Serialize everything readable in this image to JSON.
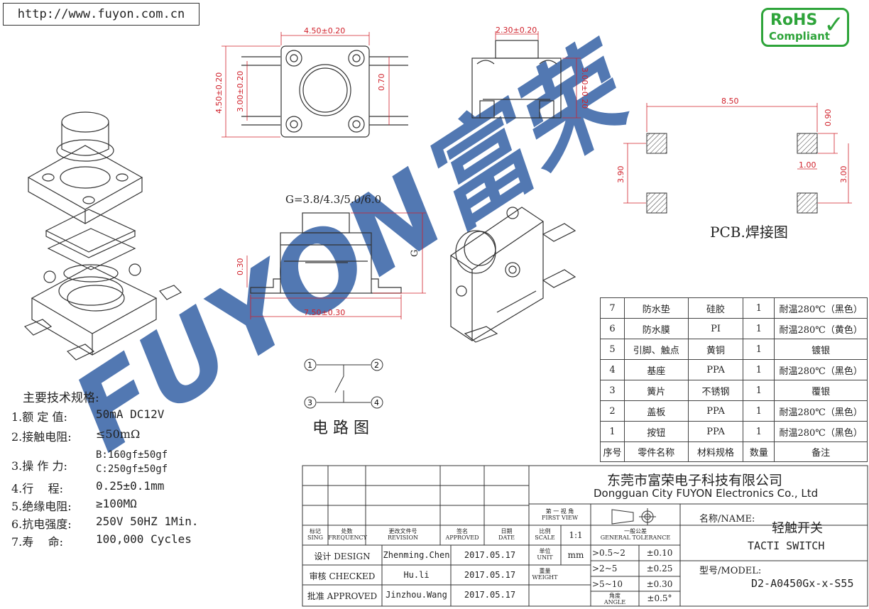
{
  "url": "http://www.fuyon.com.cn",
  "rohs": {
    "line1": "RoHS",
    "line2": "Compliant"
  },
  "watermark": "FUYON富荣",
  "dims": {
    "top_width": "4.50±0.20",
    "top_height_outer": "4.50±0.20",
    "top_height_inner": "3.00±0.20",
    "top_pin": "0.70",
    "side_width": "2.30±0.20",
    "side_height": "3.00±0.20",
    "pcb_width": "8.50",
    "pcb_pad": "0.90",
    "pcb_pad_w": "1.00",
    "pcb_height": "3.90",
    "pcb_height2": "3.00",
    "front_thk": "0.30",
    "front_width": "7.50±0.30",
    "front_g": "G"
  },
  "g_label": "G=3.8/4.3/5.0/6.0",
  "pcb_label": "PCB.焊接图",
  "circuit": {
    "title": "电 路 图",
    "pins": [
      "1",
      "2",
      "3",
      "4"
    ]
  },
  "specs": {
    "title": "主要技术规格:",
    "items": [
      {
        "label": "1.额 定 值:",
        "value": "50mA DC12V"
      },
      {
        "label": "2.接触电阻:",
        "value": "≤50mΩ"
      },
      {
        "label": "3.操 作 力:",
        "value": "B:160gf±50gf",
        "value2": "C:250gf±50gf"
      },
      {
        "label": "4.行    程:",
        "value": "0.25±0.1mm"
      },
      {
        "label": "5.绝缘电阻:",
        "value": "≥100MΩ"
      },
      {
        "label": "6.抗电强度:",
        "value": "250V 50HZ 1Min."
      },
      {
        "label": "7.寿    命:",
        "value": "100,000 Cycles"
      }
    ]
  },
  "bom": {
    "rows": [
      {
        "no": "7",
        "part": "防水垫",
        "material": "硅胶",
        "qty": "1",
        "note": "耐温280℃（黑色）"
      },
      {
        "no": "6",
        "part": "防水膜",
        "material": "PI",
        "qty": "1",
        "note": "耐温280℃（黄色）"
      },
      {
        "no": "5",
        "part": "引脚、触点",
        "material": "黄铜",
        "qty": "1",
        "note": "镀银"
      },
      {
        "no": "4",
        "part": "基座",
        "material": "PPA",
        "qty": "1",
        "note": "耐温280℃（黑色）"
      },
      {
        "no": "3",
        "part": "簧片",
        "material": "不锈钢",
        "qty": "1",
        "note": "覆银"
      },
      {
        "no": "2",
        "part": "盖板",
        "material": "PPA",
        "qty": "1",
        "note": "耐温280℃（黑色）"
      },
      {
        "no": "1",
        "part": "按钮",
        "material": "PPA",
        "qty": "1",
        "note": "耐温280℃（黑色）"
      }
    ],
    "header": {
      "no": "序号",
      "part": "零件名称",
      "material": "材料规格",
      "qty": "数量",
      "note": "备注"
    }
  },
  "title_block": {
    "company_cn": "东莞市富荣电子科技有限公司",
    "company_en": "Dongguan City FUYON Electronics Co., Ltd",
    "rev_headers": [
      {
        "cn": "标记",
        "en": "SING"
      },
      {
        "cn": "处数",
        "en": "FREQUENCY"
      },
      {
        "cn": "更改文件号",
        "en": "REVISION"
      },
      {
        "cn": "签名",
        "en": "APPROVED"
      },
      {
        "cn": "日期",
        "en": "DATE"
      }
    ],
    "view_cn": "第 一 视 角",
    "view_en": "FIRST VIEW",
    "scale_cn": "比例",
    "scale_en": "SCALE",
    "scale_value": "1:1",
    "unit_cn": "单位",
    "unit_en": "UNIT",
    "unit_value": "mm",
    "weight_cn": "重量",
    "weight_en": "WEIGHT",
    "tol_cn": "一般公差",
    "tol_en": "GENERAL TOLERANCE",
    "tolerances": [
      {
        "range": ">0.5~2",
        "tol": "±0.10"
      },
      {
        "range": ">2~5",
        "tol": "±0.25"
      },
      {
        "range": ">5~10",
        "tol": "±0.30"
      },
      {
        "range": "角度",
        "range_en": "ANGLE",
        "tol": "±0.5°"
      }
    ],
    "signoffs": [
      {
        "role": "设计 DESIGN",
        "name": "Zhenming.Chen",
        "date": "2017.05.17"
      },
      {
        "role": "审核 CHECKED",
        "name": "Hu.li",
        "date": "2017.05.17"
      },
      {
        "role": "批准 APPROVED",
        "name": "Jinzhou.Wang",
        "date": "2017.05.17"
      }
    ],
    "name_label": "名称/NAME:",
    "name_cn": "轻触开关",
    "name_en": "TACTI  SWITCH",
    "model_label": "型号/MODEL:",
    "model_value": "D2-A0450Gx-x-S55"
  },
  "colors": {
    "dim": "#d0202a",
    "rohs": "#2ea43a",
    "watermark": "#1e4f9c"
  }
}
